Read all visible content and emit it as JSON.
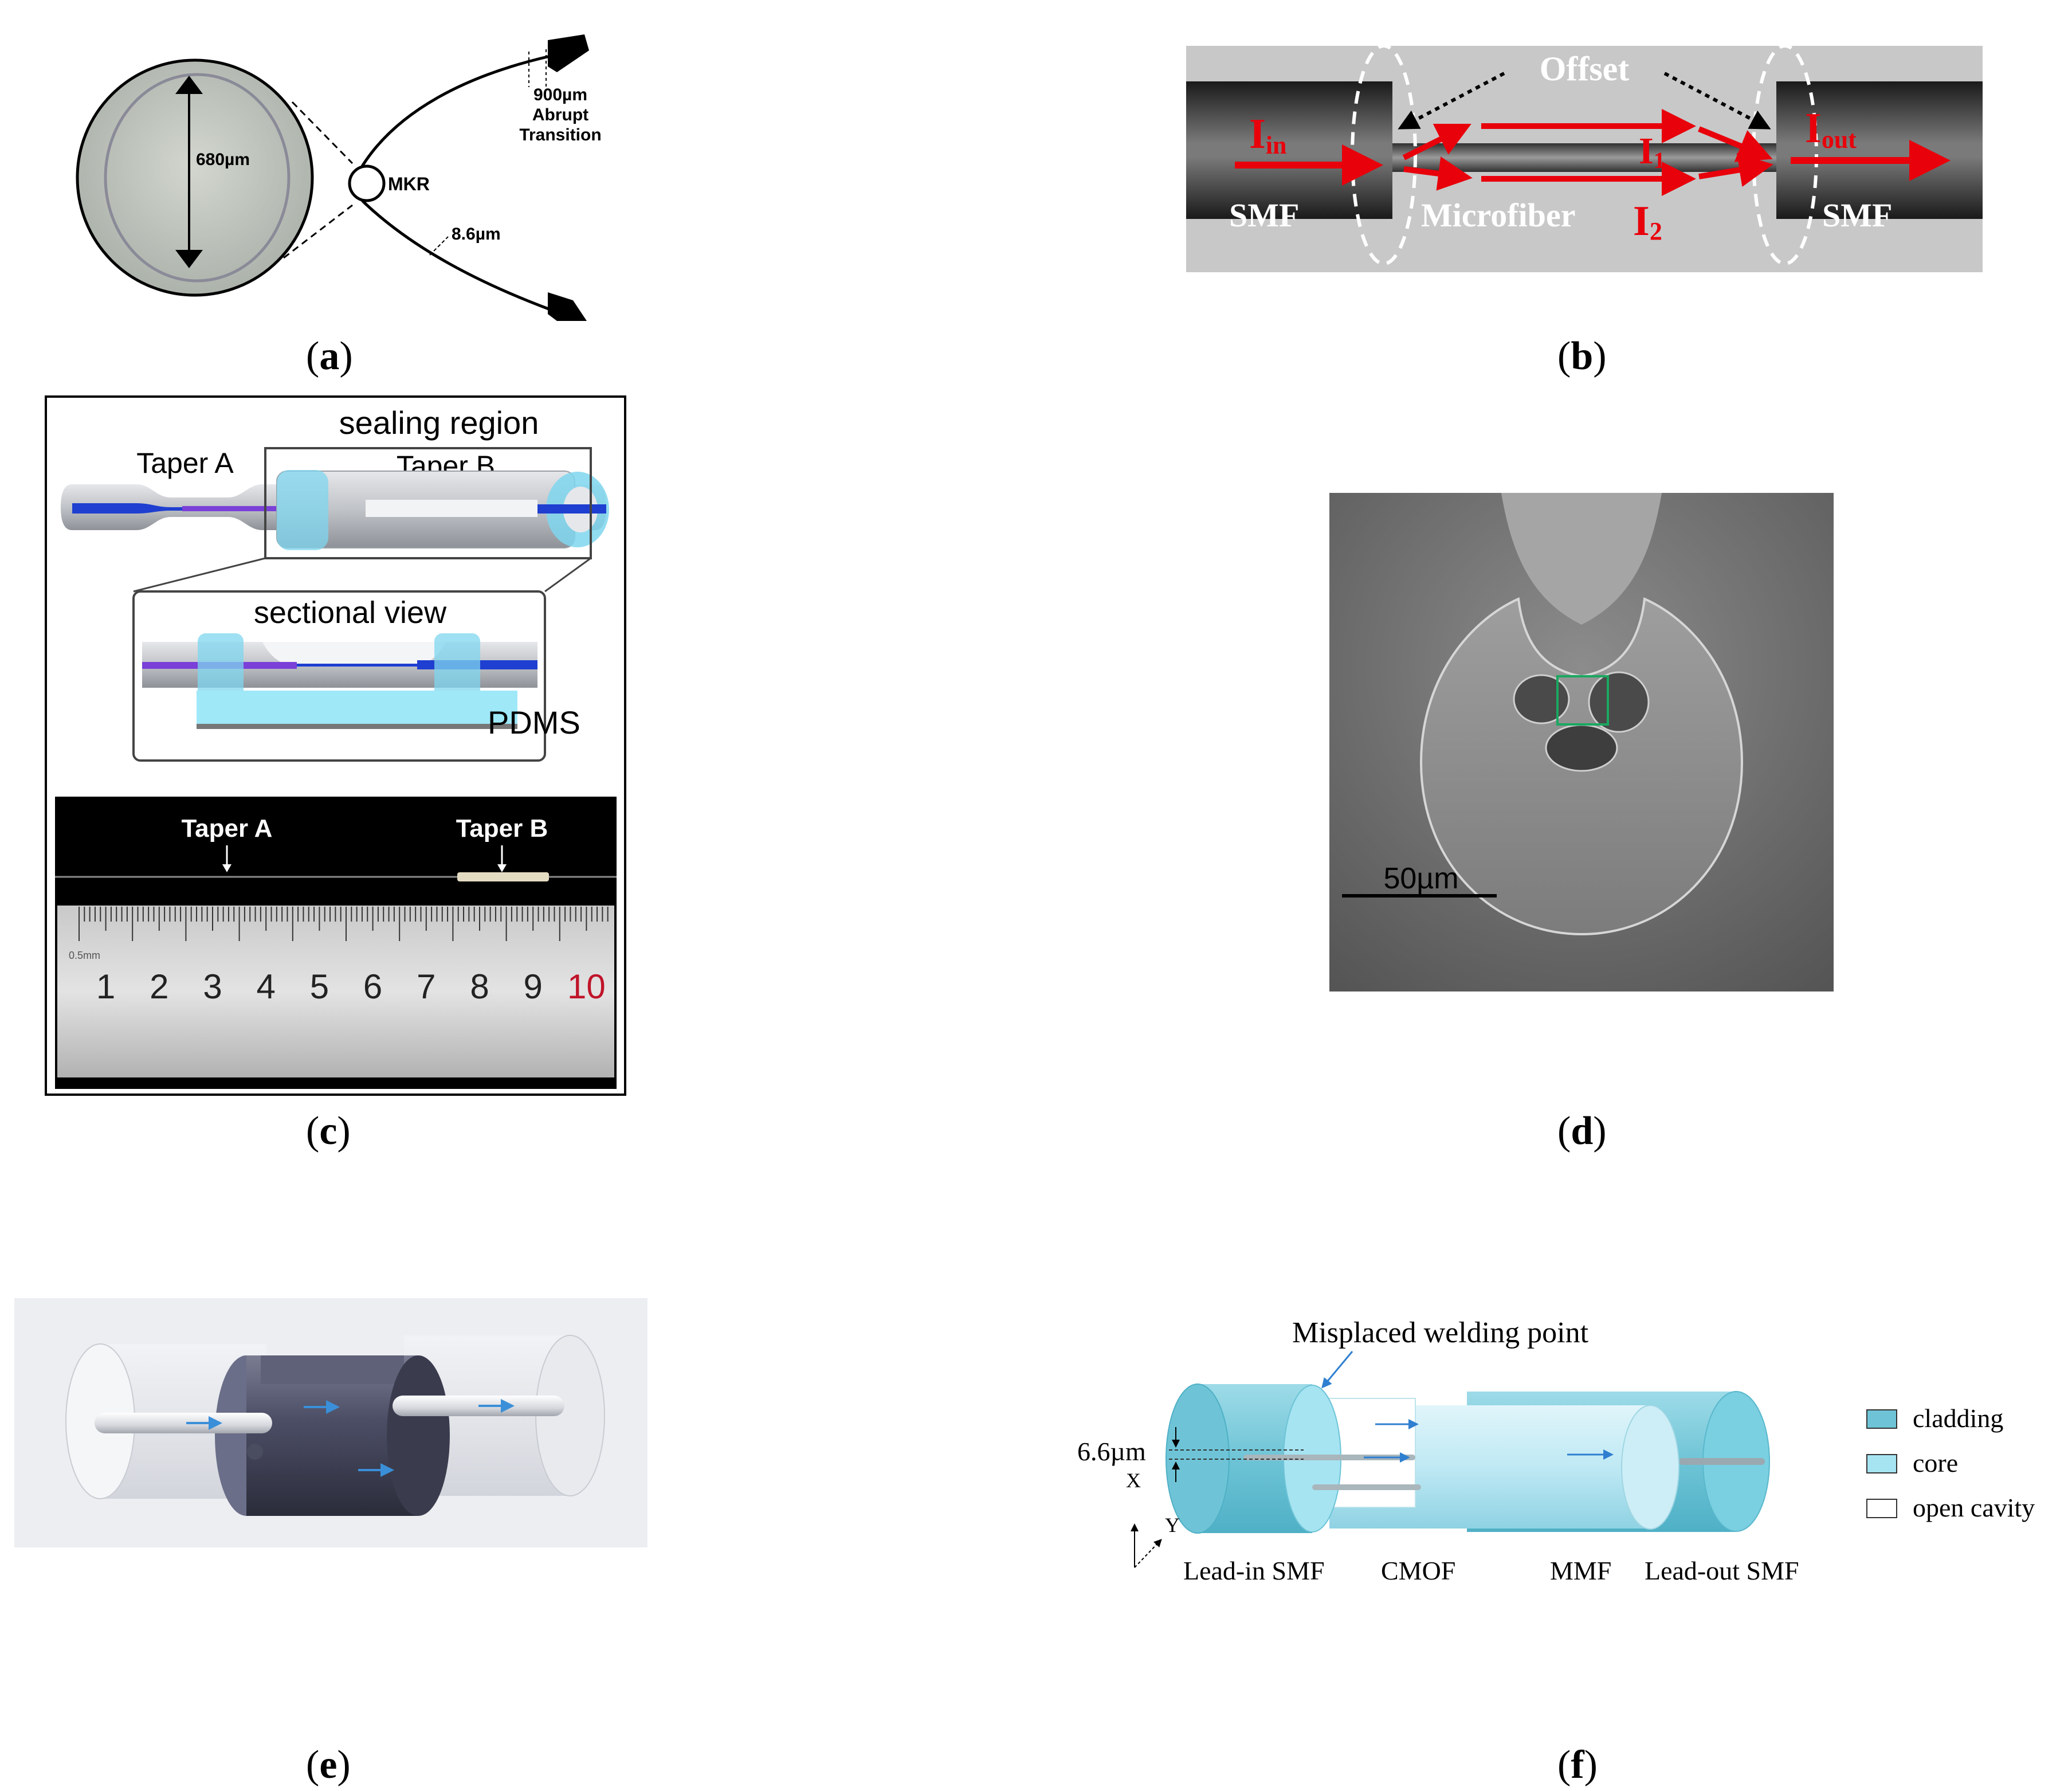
{
  "captions": {
    "a": "a",
    "b": "b",
    "c": "c",
    "d": "d",
    "e": "e",
    "f": "f"
  },
  "panel_a": {
    "diameter": "680µm",
    "ring": "MKR",
    "transition_width": "900µm",
    "transition_word1": "Abrupt",
    "transition_word2": "Transition",
    "fiber_diameter": "8.6µm"
  },
  "panel_b": {
    "offset": "Offset",
    "i_in": "I",
    "i_in_sub": "in",
    "i_out": "I",
    "i_out_sub": "out",
    "i1": "I",
    "i1_sub": "1",
    "i2": "I",
    "i2_sub": "2",
    "smf_left": "SMF",
    "smf_right": "SMF",
    "microfiber": "Microfiber"
  },
  "panel_c": {
    "sealing_region": "sealing region",
    "taper_a": "Taper A",
    "taper_b": "Taper B",
    "sectional_view": "sectional view",
    "pdms": "PDMS",
    "photo_taper_a": "Taper A",
    "photo_taper_b": "Taper B",
    "ruler_unit": "0.5mm",
    "ruler_numbers": [
      "1",
      "2",
      "3",
      "4",
      "5",
      "6",
      "7",
      "8",
      "9",
      "10"
    ]
  },
  "panel_d": {
    "scale_bar": "50µm"
  },
  "panel_f": {
    "misplaced": "Misplaced welding point",
    "offset": "6.6µm",
    "axis_x": "X",
    "axis_y": "Y",
    "lead_in": "Lead-in SMF",
    "cmof": "CMOF",
    "mmf": "MMF",
    "lead_out": "Lead-out SMF",
    "legend": [
      {
        "label": "cladding",
        "color": "#6ec4d6"
      },
      {
        "label": "core",
        "color": "#a6e4f2"
      },
      {
        "label": "open cavity",
        "color": "#ffffff"
      }
    ]
  }
}
